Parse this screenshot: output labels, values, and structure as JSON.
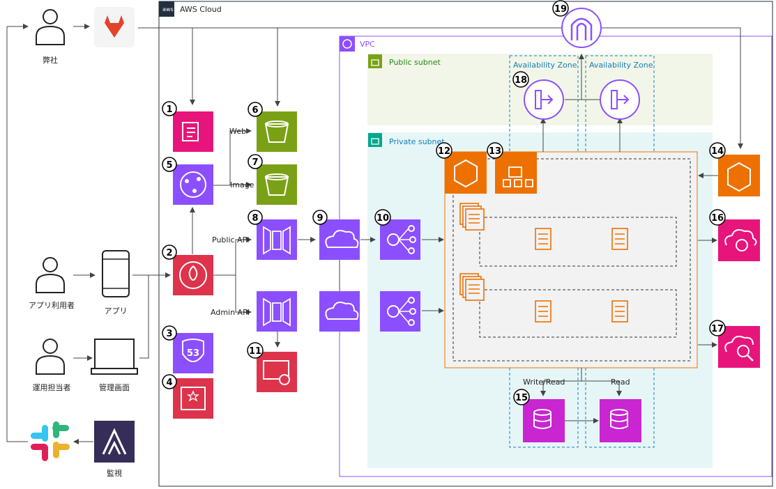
{
  "labels": {
    "aws_cloud": "AWS Cloud",
    "vpc": "VPC",
    "public_subnet": "Public subnet",
    "private_subnet": "Private subnet",
    "az1": "Availability Zone",
    "az2": "Availability Zone",
    "web": "Web",
    "image": "Image",
    "public_api": "Public API",
    "admin_api": "Admin API",
    "write_read": "Write/Read",
    "read": "Read"
  },
  "actors": {
    "company": "弊社",
    "app_user": "アプリ利用者",
    "app": "アプリ",
    "operator": "運用担当者",
    "admin_screen": "管理画面",
    "monitoring": "監視"
  },
  "numbers": [
    "1",
    "2",
    "3",
    "4",
    "5",
    "6",
    "7",
    "8",
    "9",
    "10",
    "11",
    "12",
    "13",
    "14",
    "15",
    "16",
    "17",
    "18",
    "19"
  ],
  "colors": {
    "pink": "#E7157B",
    "purple": "#8C4FFF",
    "green": "#7AA116",
    "red": "#DD344C",
    "orange": "#ED7100",
    "magenta": "#C925D1",
    "vpc_border": "#8C4FFF",
    "public_subnet_bg": "#F2F6E8",
    "private_subnet_bg": "#E6F6F7",
    "az_border": "#147EBA"
  }
}
